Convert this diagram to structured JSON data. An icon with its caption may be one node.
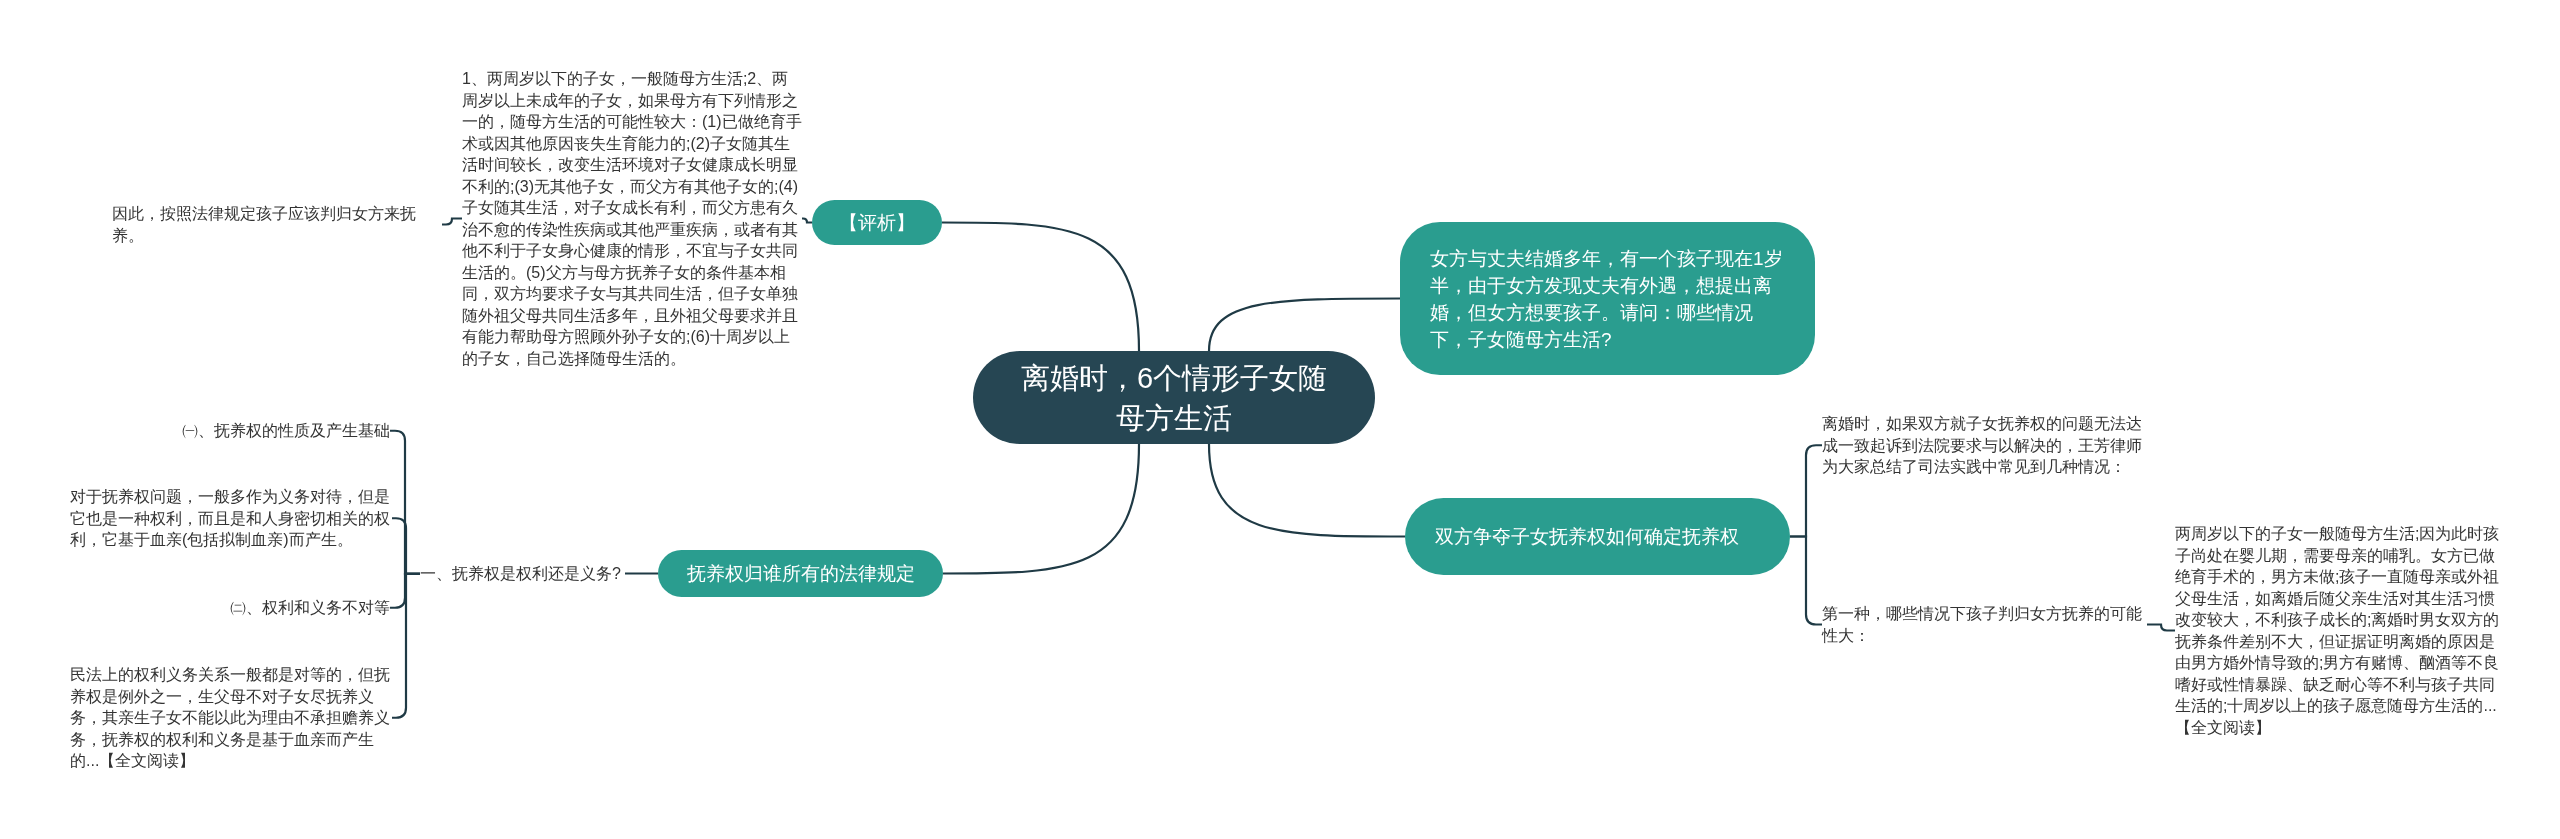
{
  "diagram": {
    "nodes": [
      {
        "text": [
          "离婚时，6个情形子女随母方生活"
        ]
      },
      {
        "text": [
          "【评析】"
        ]
      },
      {
        "text": [
          "1、两周岁以下的子女，一般随母方生活;2、两周岁以上未成年的子女，如果母方有下列情形之一的，随母方生活的可能性较大：(1)已做绝育手术或因其他原因丧失生育能力的;(2)子女随其生活时间较长，改变生活环境对子女健康成长明显不利的;(3)无其他子女，而父方有其他子女的;(4)子女随其生活，对子女成长有利，而父方患有久治不愈的传染性疾病或其他严重疾病，或者有其他不利于子女身心健康的情形，不宜与子女共同生活的。(5)父方与母方抚养子女的条件基本相同，双方均要求子女与其共同生活，但子女单独随外祖父母共同生活多年，且外祖父母要求并且有能力帮助母方照顾外孙子女的;(6)十周岁以上的子女，自己选择随母生活的。"
        ]
      },
      {
        "text": [
          "因此，按照法律规定孩子应该判归女方来抚养。"
        ]
      },
      {
        "text": [
          "女方与丈夫结婚多年，有一个孩子现在1岁半，由于女方发现丈夫有外遇，想提出离婚，但女方想要孩子。请问：哪些情况下，子女随母方生活?"
        ]
      },
      {
        "text": [
          "双方争夺子女抚养权如何确定抚养权"
        ]
      },
      {
        "text": [
          "离婚时，如果双方就子女抚养权的问题无法达成一致起诉到法院要求与以解决的，王芳律师为大家总结了司法实践中常见到几种情况："
        ]
      },
      {
        "text": [
          "第一种，哪些情况下孩子判归女方抚养的可能性大："
        ]
      },
      {
        "text": [
          "两周岁以下的子女一般随母方生活;因为此时孩子尚处在婴儿期，需要母亲的哺乳。女方已做绝育手术的，男方未做;孩子一直随母亲或外祖父母生活，如离婚后随父亲生活对其生活习惯改变较大，不利孩子成长的;离婚时男女双方的抚养条件差别不大，但证据证明离婚的原因是由男方婚外情导致的;男方有赌博、酗酒等不良嗜好或性情暴躁、缺乏耐心等不利与孩子共同生活的;十周岁以上的孩子愿意随母方生活的...【全文阅读】"
        ]
      },
      {
        "text": [
          "抚养权归谁所有的法律规定"
        ]
      },
      {
        "text": [
          "一、抚养权是权利还是义务?"
        ]
      },
      {
        "text": [
          "㈠、抚养权的性质及产生基础"
        ]
      },
      {
        "text": [
          "对于抚养权问题，一般多作为义务对待，但是它也是一种权利，而且是和人身密切相关的权利，它基于血亲(包括拟制血亲)而产生。"
        ]
      },
      {
        "text": [
          "㈡、权利和义务不对等"
        ]
      },
      {
        "text": [
          "民法上的权利义务关系一般都是对等的，但抚养权是例外之一，生父母不对子女尽抚养义务，其亲生子女不能以此为理由不承担赡养义务，抚养权的权利和义务是基于血亲而产生的...【全文阅读】"
        ]
      }
    ],
    "edges": [
      {
        "from": 0,
        "to": 1,
        "arrow": "none"
      },
      {
        "from": 1,
        "to": 2,
        "arrow": "none"
      },
      {
        "from": 2,
        "to": 3,
        "arrow": "none"
      },
      {
        "from": 0,
        "to": 4,
        "arrow": "none"
      },
      {
        "from": 0,
        "to": 5,
        "arrow": "none"
      },
      {
        "from": 5,
        "to": 6,
        "arrow": "none"
      },
      {
        "from": 5,
        "to": 7,
        "arrow": "none"
      },
      {
        "from": 7,
        "to": 8,
        "arrow": "none"
      },
      {
        "from": 0,
        "to": 9,
        "arrow": "none"
      },
      {
        "from": 9,
        "to": 10,
        "arrow": "none"
      },
      {
        "from": 10,
        "to": 11,
        "arrow": "none"
      },
      {
        "from": 10,
        "to": 12,
        "arrow": "none"
      },
      {
        "from": 10,
        "to": 13,
        "arrow": "none"
      },
      {
        "from": 10,
        "to": 14,
        "arrow": "none"
      }
    ]
  }
}
